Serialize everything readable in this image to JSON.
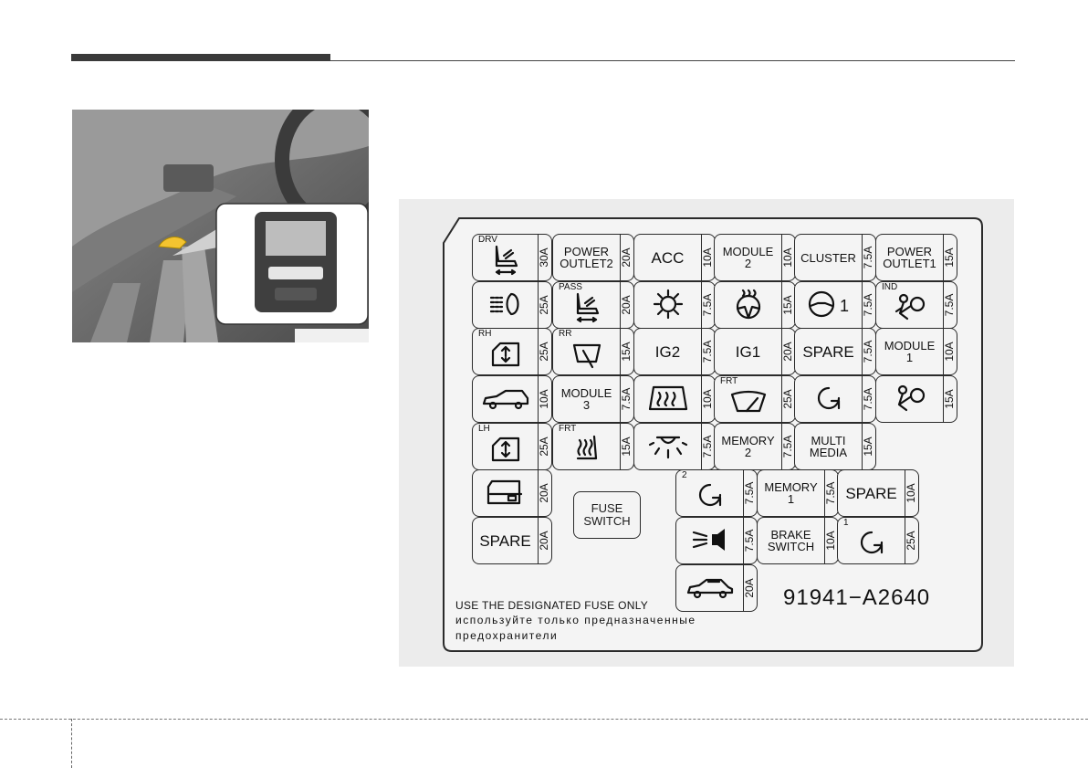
{
  "fuse_panel": {
    "part_number": "91941−A2640",
    "note_en": "USE THE DESIGNATED FUSE ONLY",
    "note_ru_1": "используйте только предназначенные",
    "note_ru_2": "предохранители",
    "fuse_switch": "FUSE\nSWITCH",
    "fuses": [
      {
        "label": "",
        "icon": "seat-icon",
        "sup": "DRV",
        "amp": "30A"
      },
      {
        "label": "POWER\nOUTLET2",
        "icon": "",
        "sup": "",
        "amp": "20A"
      },
      {
        "label": "ACC",
        "icon": "",
        "sup": "",
        "amp": "10A"
      },
      {
        "label": "MODULE\n2",
        "icon": "",
        "sup": "",
        "amp": "10A"
      },
      {
        "label": "CLUSTER",
        "icon": "",
        "sup": "",
        "amp": "7.5A"
      },
      {
        "label": "POWER\nOUTLET1",
        "icon": "",
        "sup": "",
        "amp": "15A"
      },
      {
        "label": "",
        "icon": "washer-icon",
        "sup": "",
        "amp": "25A"
      },
      {
        "label": "",
        "icon": "seat-icon",
        "sup": "PASS",
        "amp": "20A"
      },
      {
        "label": "",
        "icon": "climate-icon",
        "sup": "",
        "amp": "7.5A"
      },
      {
        "label": "",
        "icon": "heated-wheel-icon",
        "sup": "",
        "amp": "15A"
      },
      {
        "label": "",
        "icon": "steering-wheel-icon",
        "sup": "",
        "amp": "7.5A"
      },
      {
        "label": "",
        "icon": "airbag-indicator-icon",
        "sup": "IND",
        "amp": "7.5A"
      },
      {
        "label": "",
        "icon": "power-window-icon",
        "sup": "RH",
        "amp": "25A"
      },
      {
        "label": "",
        "icon": "rear-wiper-icon",
        "sup": "RR",
        "amp": "15A"
      },
      {
        "label": "IG2",
        "icon": "",
        "sup": "",
        "amp": "7.5A"
      },
      {
        "label": "IG1",
        "icon": "",
        "sup": "",
        "amp": "20A"
      },
      {
        "label": "SPARE",
        "icon": "",
        "sup": "",
        "amp": "7.5A"
      },
      {
        "label": "MODULE\n1",
        "icon": "",
        "sup": "",
        "amp": "10A"
      },
      {
        "label": "",
        "icon": "tailgate-icon",
        "sup": "",
        "amp": "10A"
      },
      {
        "label": "MODULE\n3",
        "icon": "",
        "sup": "",
        "amp": "7.5A"
      },
      {
        "label": "",
        "icon": "rear-defrost-icon",
        "sup": "",
        "amp": "10A"
      },
      {
        "label": "",
        "icon": "front-wiper-icon",
        "sup": "FRT",
        "amp": "25A"
      },
      {
        "label": "",
        "icon": "start-arrow-icon",
        "sup": "",
        "amp": "7.5A"
      },
      {
        "label": "",
        "icon": "airbag-icon",
        "sup": "",
        "amp": "15A"
      },
      {
        "label": "",
        "icon": "power-window-icon",
        "sup": "LH",
        "amp": "25A"
      },
      {
        "label": "",
        "icon": "seat-heater-icon",
        "sup": "FRT",
        "amp": "15A"
      },
      {
        "label": "",
        "icon": "room-lamp-icon",
        "sup": "",
        "amp": "7.5A"
      },
      {
        "label": "MEMORY\n2",
        "icon": "",
        "sup": "",
        "amp": "7.5A"
      },
      {
        "label": "MULTI\nMEDIA",
        "icon": "",
        "sup": "",
        "amp": "15A"
      },
      {
        "label": "",
        "icon": "door-lock-icon",
        "sup": "",
        "amp": "20A"
      },
      {
        "label": "",
        "icon": "start-arrow-icon",
        "sup": "2",
        "amp": "7.5A"
      },
      {
        "label": "MEMORY\n1",
        "icon": "",
        "sup": "",
        "amp": "7.5A"
      },
      {
        "label": "SPARE",
        "icon": "",
        "sup": "",
        "amp": "10A"
      },
      {
        "label": "SPARE",
        "icon": "",
        "sup": "",
        "amp": "20A"
      },
      {
        "label": "",
        "icon": "horn-icon",
        "sup": "",
        "amp": "7.5A"
      },
      {
        "label": "BRAKE\nSWITCH",
        "icon": "",
        "sup": "",
        "amp": "10A"
      },
      {
        "label": "",
        "icon": "start-arrow-icon",
        "sup": "1",
        "amp": "25A"
      },
      {
        "label": "",
        "icon": "sunroof-car-icon",
        "sup": "",
        "amp": "20A"
      }
    ]
  }
}
